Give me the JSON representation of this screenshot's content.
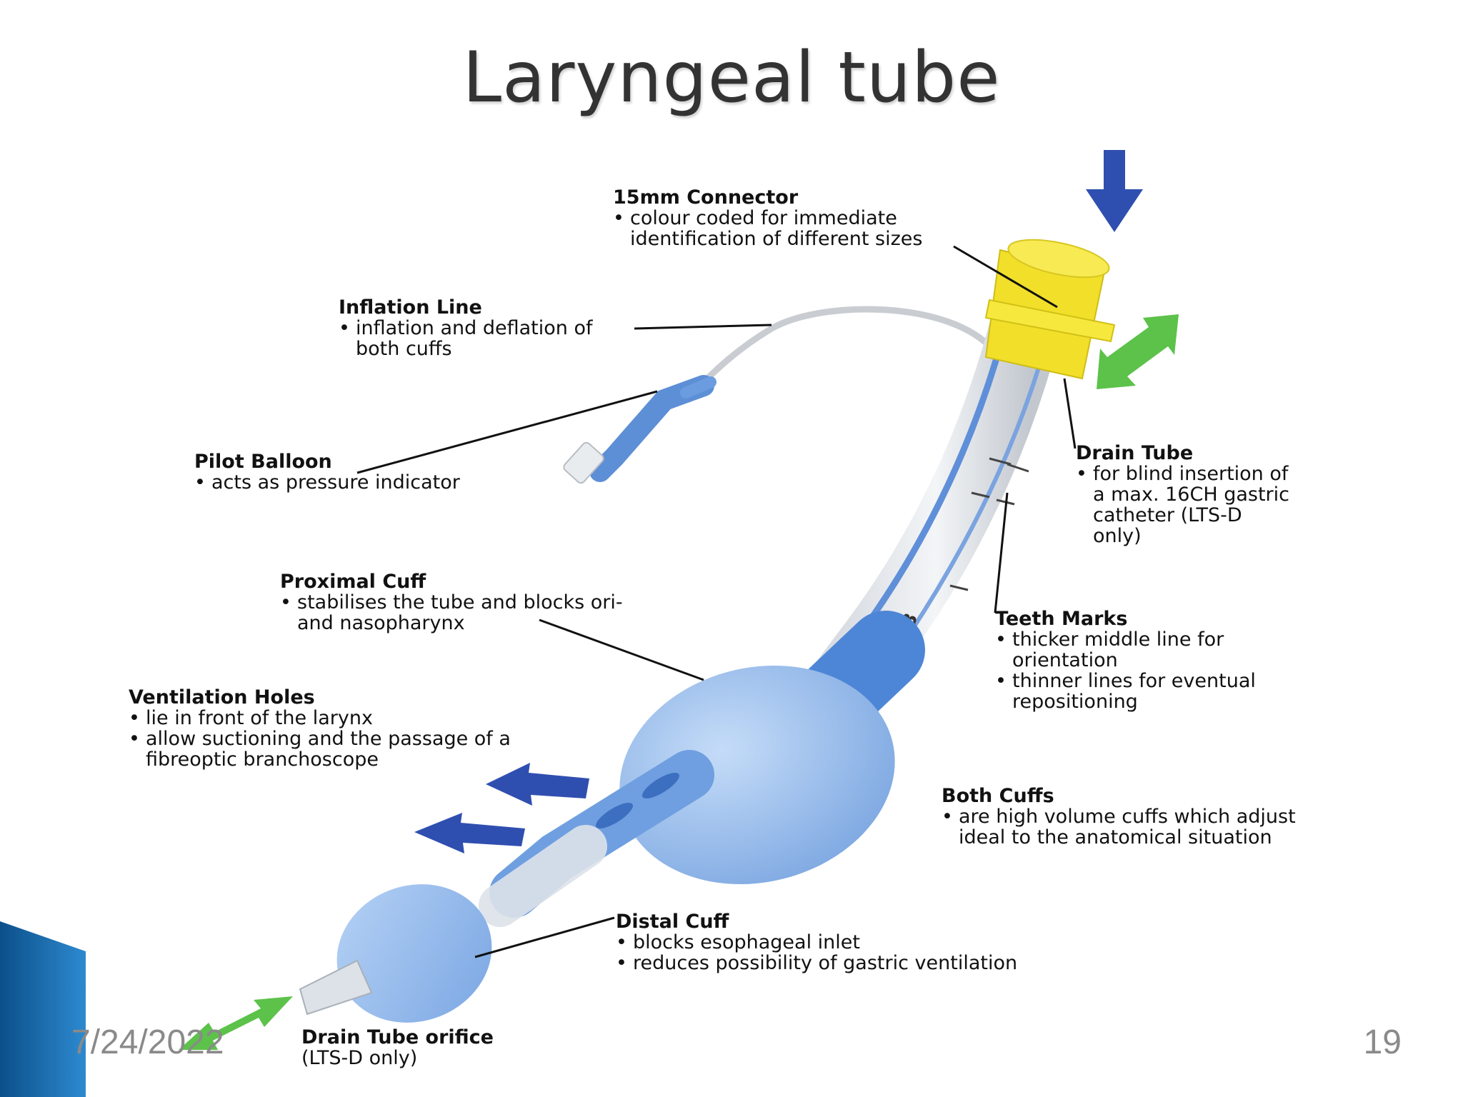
{
  "slide": {
    "title": "Laryngeal tube",
    "date": "7/24/2022",
    "page_number": "19"
  },
  "colors": {
    "cuff_blue": "#8fb8ec",
    "connector_yellow": "#f5e63a",
    "arrow_blue": "#2f4fb0",
    "arrow_green": "#5cc24a",
    "corner_blue": "#1d6fb0"
  },
  "callouts": {
    "connector": {
      "title": "15mm Connector",
      "items": [
        "colour coded for immediate identification of different sizes"
      ]
    },
    "inflation_line": {
      "title": "Inflation Line",
      "items": [
        "inflation and deflation of both cuffs"
      ]
    },
    "pilot_balloon": {
      "title": "Pilot Balloon",
      "items": [
        "acts as pressure indicator"
      ]
    },
    "drain_tube": {
      "title": "Drain Tube",
      "items": [
        "for blind insertion of a max. 16CH gastric catheter (LTS-D only)"
      ]
    },
    "proximal_cuff": {
      "title": "Proximal Cuff",
      "items": [
        "stabilises the tube and blocks ori- and nasopharynx"
      ]
    },
    "teeth_marks": {
      "title": "Teeth Marks",
      "items": [
        "thicker middle line for orientation",
        "thinner lines for eventual repositioning"
      ]
    },
    "ventilation_holes": {
      "title": "Ventilation Holes",
      "items": [
        "lie in front of the larynx",
        "allow suctioning and the passage of a fibreoptic branchoscope"
      ]
    },
    "both_cuffs": {
      "title": "Both Cuffs",
      "items": [
        "are high volume cuffs which adjust ideal to the anatomical situation"
      ]
    },
    "distal_cuff": {
      "title": "Distal Cuff",
      "items": [
        "blocks esophageal inlet",
        "reduces possibility of gastric ventilation"
      ]
    },
    "drain_orifice": {
      "title": "Drain Tube orifice",
      "subtitle": "(LTS-D only)"
    }
  },
  "tube_marking": "#3"
}
